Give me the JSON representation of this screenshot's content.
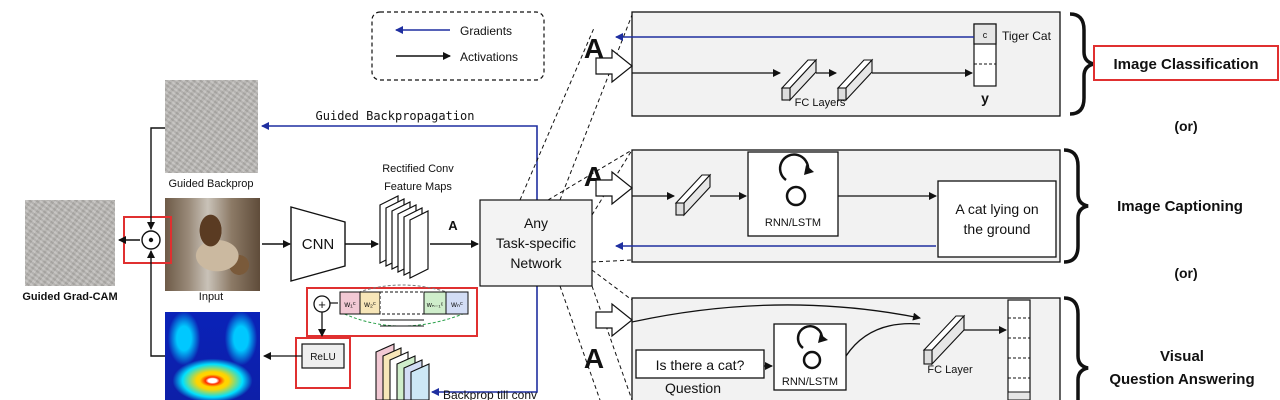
{
  "legend": {
    "gradients": "Gradients",
    "activations": "Activations"
  },
  "colors": {
    "gradient": "#1f2fa0",
    "activation": "#111111",
    "highlight": "#e03030"
  },
  "left": {
    "guided_backprop_label": "Guided Backprop",
    "guided_backpropagation": "Guided Backpropagation",
    "guided_gradcam_label": "Guided Grad-CAM",
    "input_label": "Input",
    "multiply_symbol": "⊙",
    "plus_symbol": "+",
    "relu": "ReLU",
    "cnn": "CNN",
    "rect_conv_line1": "Rectified Conv",
    "rect_conv_line2": "Feature Maps",
    "A": "A",
    "backprop_till_conv": "Backprop till conv",
    "weights": [
      "w₁ᶜ",
      "w₂ᶜ",
      "wₙ₋₁ᶜ",
      "wₙᶜ"
    ]
  },
  "network": {
    "line1": "Any",
    "line2": "Task-specific",
    "line3": "Network"
  },
  "panels": {
    "classification": {
      "A": "A",
      "class_c": "c",
      "tiger_cat": "Tiger Cat",
      "fc_layers": "FC Layers",
      "y": "y",
      "task": "Image Classification"
    },
    "or1": "(or)",
    "captioning": {
      "A": "A",
      "rnn": "RNN/LSTM",
      "caption_line1": "A cat lying on",
      "caption_line2": "the ground",
      "task": "Image Captioning"
    },
    "or2": "(or)",
    "vqa": {
      "A": "A",
      "question_box": "Is there a cat?",
      "question_label": "Question",
      "rnn": "RNN/LSTM",
      "fc_layer": "FC Layer",
      "task_line1": "Visual",
      "task_line2": "Question Answering"
    }
  }
}
